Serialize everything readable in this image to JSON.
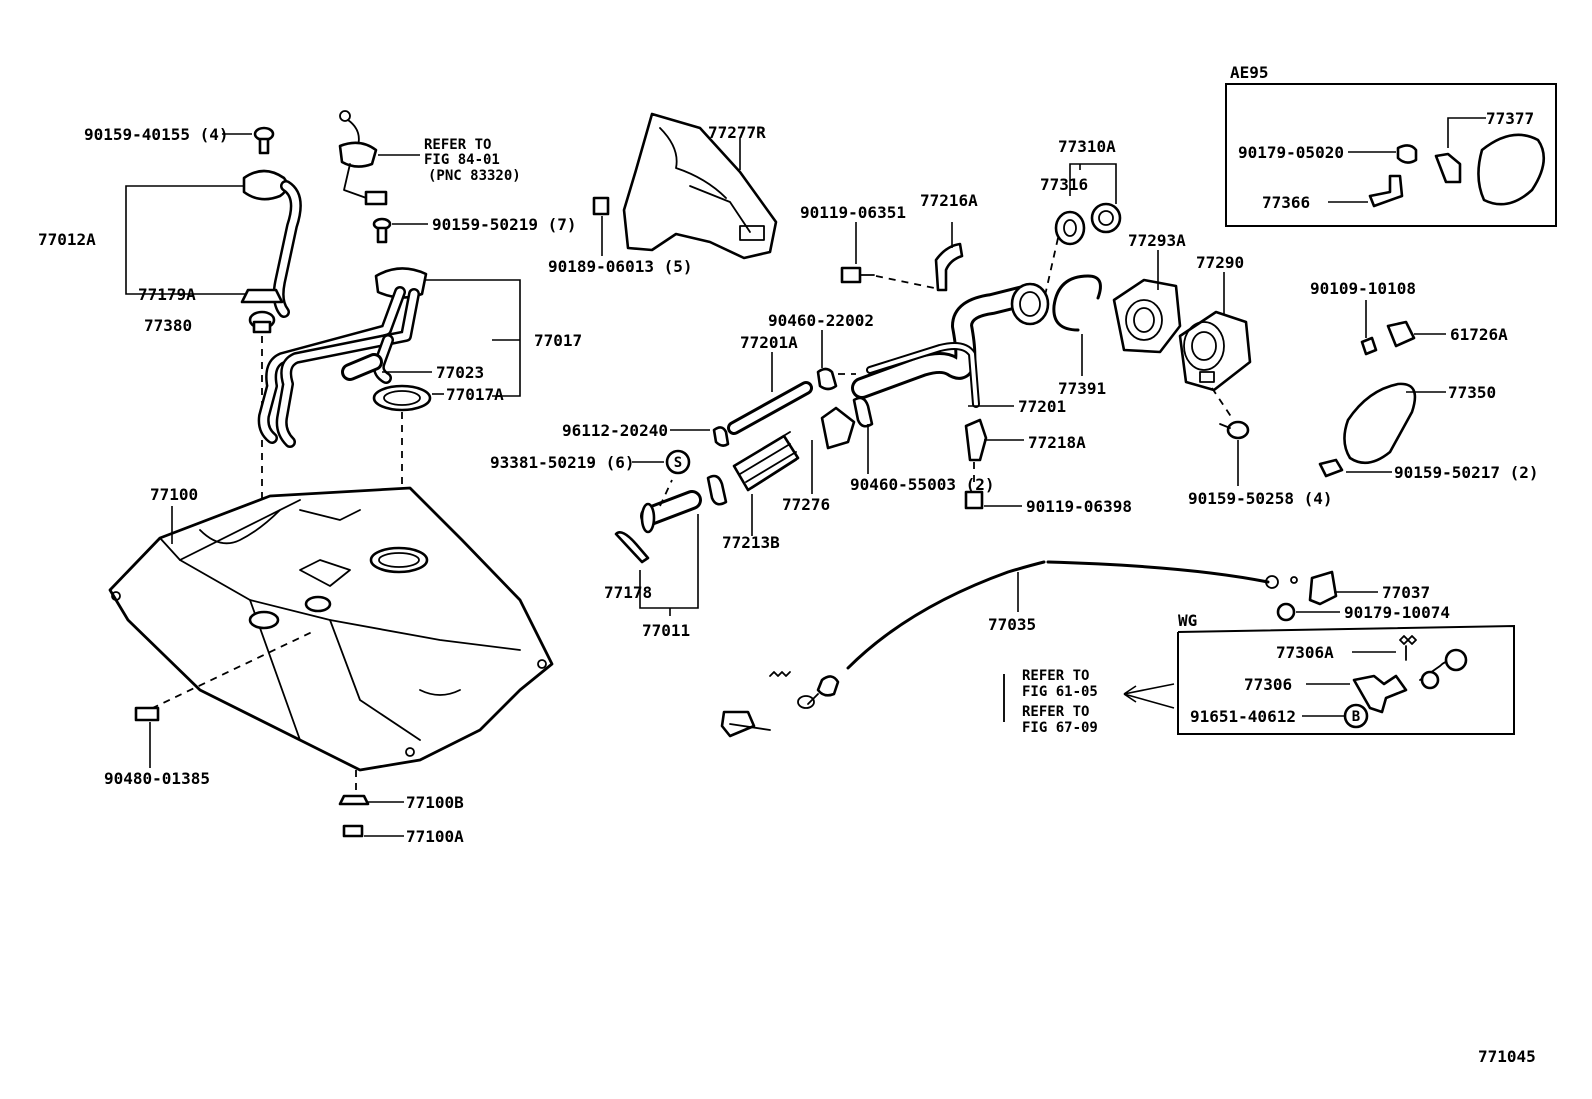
{
  "diagram": {
    "figure_number": "771045",
    "boxes": {
      "ae95": {
        "title": "AE95"
      },
      "wg": {
        "title": "WG"
      }
    },
    "labels": [
      {
        "id": "p-90159-40155",
        "text": "90159-40155 (4)"
      },
      {
        "id": "p-77012a",
        "text": "77012A"
      },
      {
        "id": "p-77179a",
        "text": "77179A"
      },
      {
        "id": "p-77380",
        "text": "77380"
      },
      {
        "id": "p-refer-8401-a",
        "text": "REFER TO"
      },
      {
        "id": "p-refer-8401-b",
        "text": "FIG 84-01"
      },
      {
        "id": "p-refer-8401-c",
        "text": "(PNC 83320)"
      },
      {
        "id": "p-90159-50219",
        "text": "90159-50219 (7)"
      },
      {
        "id": "p-77017",
        "text": "77017"
      },
      {
        "id": "p-77023",
        "text": "77023"
      },
      {
        "id": "p-77017a",
        "text": "77017A"
      },
      {
        "id": "p-77100",
        "text": "77100"
      },
      {
        "id": "p-90480-01385",
        "text": "90480-01385"
      },
      {
        "id": "p-77100b",
        "text": "77100B"
      },
      {
        "id": "p-77100a",
        "text": "77100A"
      },
      {
        "id": "p-77277r",
        "text": "77277R"
      },
      {
        "id": "p-90189-06013",
        "text": "90189-06013 (5)"
      },
      {
        "id": "p-90119-06351",
        "text": "90119-06351"
      },
      {
        "id": "p-77216a",
        "text": "77216A"
      },
      {
        "id": "p-77310a",
        "text": "77310A"
      },
      {
        "id": "p-77316",
        "text": "77316"
      },
      {
        "id": "p-77293a",
        "text": "77293A"
      },
      {
        "id": "p-77290",
        "text": "77290"
      },
      {
        "id": "p-90460-22002",
        "text": "90460-22002"
      },
      {
        "id": "p-77201a",
        "text": "77201A"
      },
      {
        "id": "p-96112-20240",
        "text": "96112-20240"
      },
      {
        "id": "p-93381-50219",
        "text": "93381-50219 (6)"
      },
      {
        "id": "p-77276",
        "text": "77276"
      },
      {
        "id": "p-90460-55003",
        "text": "90460-55003 (2)"
      },
      {
        "id": "p-77213b",
        "text": "77213B"
      },
      {
        "id": "p-77178",
        "text": "77178"
      },
      {
        "id": "p-77011",
        "text": "77011"
      },
      {
        "id": "p-77201",
        "text": "77201"
      },
      {
        "id": "p-77391",
        "text": "77391"
      },
      {
        "id": "p-77218a",
        "text": "77218A"
      },
      {
        "id": "p-90119-06398",
        "text": "90119-06398"
      },
      {
        "id": "p-90159-50258",
        "text": "90159-50258 (4)"
      },
      {
        "id": "p-90179-05020",
        "text": "90179-05020"
      },
      {
        "id": "p-77377",
        "text": "77377"
      },
      {
        "id": "p-77366",
        "text": "77366"
      },
      {
        "id": "p-90109-10108",
        "text": "90109-10108"
      },
      {
        "id": "p-61726a",
        "text": "61726A"
      },
      {
        "id": "p-77350",
        "text": "77350"
      },
      {
        "id": "p-90159-50217",
        "text": "90159-50217 (2)"
      },
      {
        "id": "p-77037",
        "text": "77037"
      },
      {
        "id": "p-90179-10074",
        "text": "90179-10074"
      },
      {
        "id": "p-77035",
        "text": "77035"
      },
      {
        "id": "p-77306a",
        "text": "77306A"
      },
      {
        "id": "p-77306",
        "text": "77306"
      },
      {
        "id": "p-91651-40612",
        "text": "91651-40612"
      },
      {
        "id": "p-refer-6105-a",
        "text": "REFER TO"
      },
      {
        "id": "p-refer-6105-b",
        "text": "FIG 61-05"
      },
      {
        "id": "p-refer-6709-a",
        "text": "REFER TO"
      },
      {
        "id": "p-refer-6709-b",
        "text": "FIG 67-09"
      }
    ],
    "markers": [
      {
        "id": "marker-s",
        "text": "S"
      },
      {
        "id": "marker-b",
        "text": "B"
      }
    ]
  }
}
